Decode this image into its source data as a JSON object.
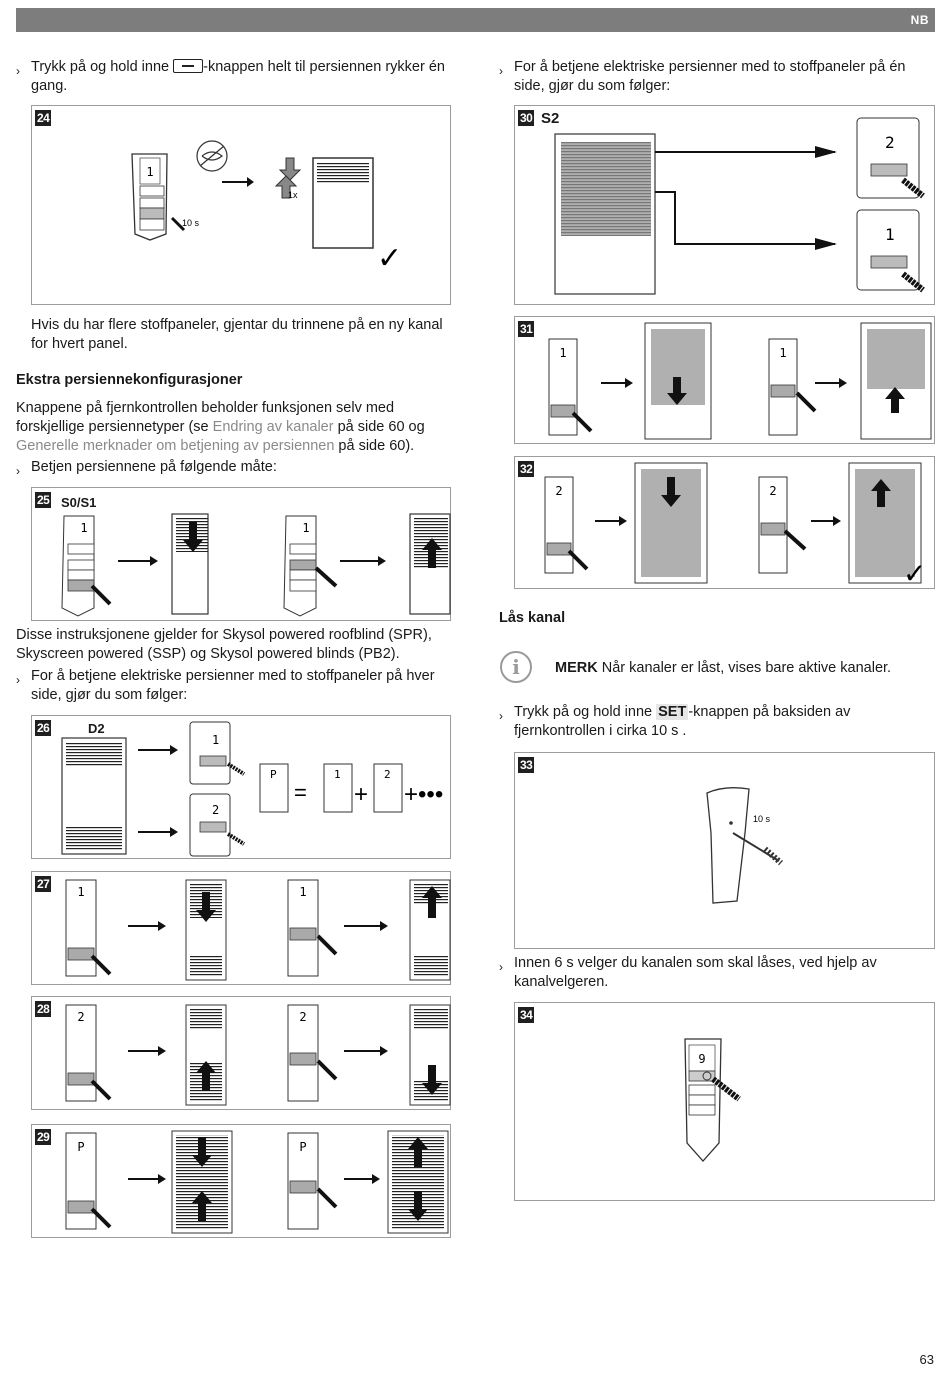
{
  "header": {
    "lang": "NB"
  },
  "left": {
    "p1_pre": "Trykk på og hold inne",
    "p1_post": "-knappen helt til persiennen rykker én gang.",
    "p2": "Hvis du har flere stoffpaneler, gjentar du trinnene på en ny kanal for hvert panel.",
    "heading_extra": "Ekstra persiennekonfigurasjoner",
    "p3_a": "Knappene på fjernkontrollen beholder funksjonen selv med forskjellige persiennetyper (se ",
    "p3_link1": "Endring av kanaler",
    "p3_b": " på side 60 og ",
    "p3_link2": "Generelle merknader om betjening av persiennen",
    "p3_c": " på side 60).",
    "p4": "Betjen persiennene på følgende måte:",
    "p5": "Disse instruksjonene gjelder for Skysol powered roofblind (SPR), Skyscreen powered (SSP) og Skysol powered blinds (PB2).",
    "p6": "For å betjene elektriske persienner med to stoffpaneler på hver side, gjør du som følger:"
  },
  "right": {
    "p1": "For å betjene elektriske persienner med to stoffpaneler på én side, gjør du som følger:",
    "heading_lock": "Lås kanal",
    "note_label": "MERK",
    "note_text": "Når kanaler er låst, vises bare aktive kanaler.",
    "p2_pre": "Trykk på og hold inne ",
    "p2_set": "SET",
    "p2_post": "-knappen på baksiden av fjernkontrollen i cirka  10 s .",
    "p3": "Innen  6 s  velger du kanalen som skal låses, ved hjelp av kanalvelgeren."
  },
  "figures": {
    "f24": {
      "num": "24",
      "time": "10 s",
      "count": "1x",
      "display": "1"
    },
    "f25": {
      "num": "25",
      "label": "S0/S1",
      "display": "1"
    },
    "f26": {
      "num": "26",
      "label": "D2",
      "disp_a": "1",
      "disp_b": "2",
      "disp_p": "P"
    },
    "f27": {
      "num": "27",
      "display": "1"
    },
    "f28": {
      "num": "28",
      "display": "2"
    },
    "f29": {
      "num": "29",
      "display": "P"
    },
    "f30": {
      "num": "30",
      "label": "S2",
      "disp_a": "2",
      "disp_b": "1"
    },
    "f31": {
      "num": "31",
      "display": "1"
    },
    "f32": {
      "num": "32",
      "display": "2"
    },
    "f33": {
      "num": "33",
      "time": "10 s"
    },
    "f34": {
      "num": "34",
      "display": "9"
    }
  },
  "page_number": "63"
}
